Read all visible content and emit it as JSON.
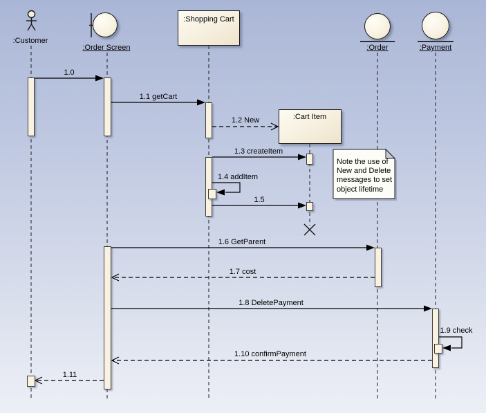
{
  "participants": [
    {
      "id": "customer",
      "name": ":Customer",
      "kind": "actor"
    },
    {
      "id": "order-screen",
      "name": ":Order Screen",
      "kind": "boundary"
    },
    {
      "id": "shopping-cart",
      "name": ":Shopping Cart",
      "kind": "object"
    },
    {
      "id": "cart-item",
      "name": ":Cart Item",
      "kind": "object"
    },
    {
      "id": "order",
      "name": ":Order",
      "kind": "entity"
    },
    {
      "id": "payment",
      "name": ":Payment",
      "kind": "entity"
    }
  ],
  "messages": [
    {
      "label": "1.0",
      "from": ":Customer",
      "to": ":Order Screen",
      "line": "solid"
    },
    {
      "label": "1.1 getCart",
      "from": ":Order Screen",
      "to": ":Shopping Cart",
      "line": "solid"
    },
    {
      "label": "1.2 New",
      "from": ":Shopping Cart",
      "to": ":Cart Item",
      "line": "dashed"
    },
    {
      "label": "1.3 createItem",
      "from": ":Shopping Cart",
      "to": ":Cart Item",
      "line": "solid"
    },
    {
      "label": "1.4 addItem",
      "from": ":Shopping Cart",
      "to": ":Shopping Cart",
      "line": "solid",
      "self": true
    },
    {
      "label": "1.5",
      "from": ":Shopping Cart",
      "to": ":Cart Item",
      "line": "solid"
    },
    {
      "label": "1.6 GetParent",
      "from": ":Order Screen",
      "to": ":Order",
      "line": "solid"
    },
    {
      "label": "1.7 cost",
      "from": ":Order",
      "to": ":Order Screen",
      "line": "dashed"
    },
    {
      "label": "1.8 DeletePayment",
      "from": ":Order Screen",
      "to": ":Payment",
      "line": "solid"
    },
    {
      "label": "1.9 check",
      "from": ":Payment",
      "to": ":Payment",
      "line": "solid",
      "self": true
    },
    {
      "label": "1.10 confirmPayment",
      "from": ":Payment",
      "to": ":Order Screen",
      "line": "dashed"
    },
    {
      "label": "1.11",
      "from": ":Order Screen",
      "to": ":Customer",
      "line": "dashed"
    }
  ],
  "note": {
    "lines": [
      "Note the use of",
      "New and Delete",
      "messages to set",
      "object lifetime"
    ]
  },
  "markers": {
    "destroy_on": ":Cart Item"
  },
  "colors": {
    "background_top": "#aab6d6",
    "background_bottom": "#edeff6",
    "shape_fill": "#f6efdd",
    "activation_fill": "#f9f2e1",
    "note_fill": "#fdfdf7",
    "note_fold": "#c5cad7",
    "line": "#1a1a1a"
  }
}
